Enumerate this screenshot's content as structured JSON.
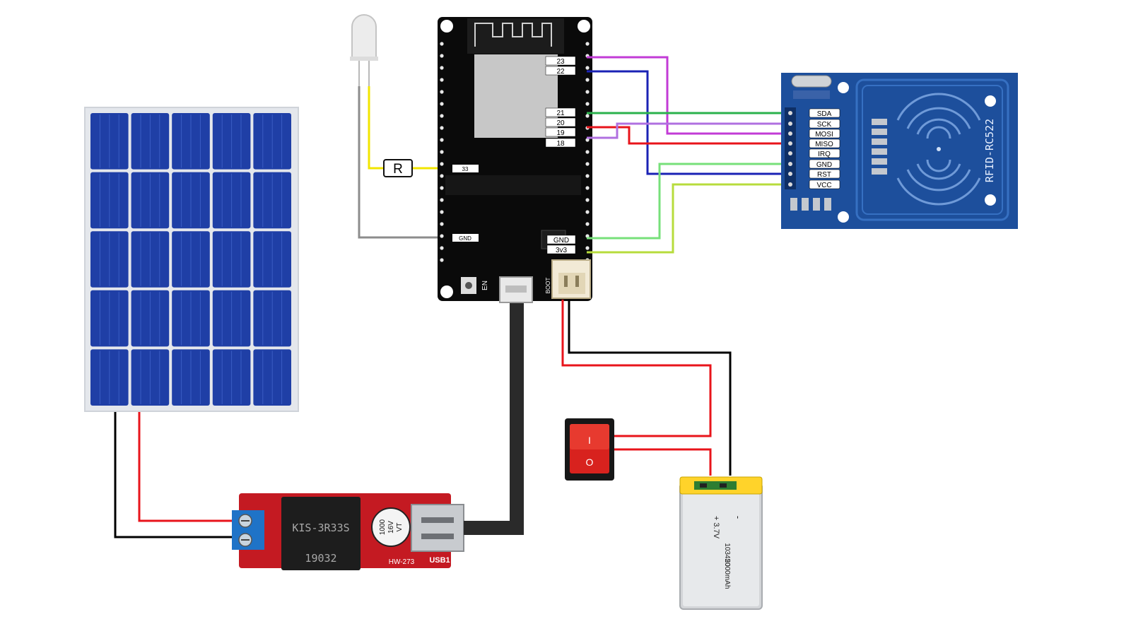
{
  "colors": {
    "wire_black": "#000000",
    "wire_red": "#e8141b",
    "wire_magenta": "#c23bd6",
    "wire_blue": "#1a22b5",
    "wire_green": "#2bb24c",
    "wire_violet": "#b070e0",
    "wire_lightgreen": "#77e07a",
    "wire_lime": "#b7dc3c",
    "wire_yellow": "#f2e600",
    "wire_gray": "#8c8c8c",
    "solar_cell": "#1f3fa6",
    "esp_board": "#0a0a0a",
    "rfid_board": "#1d4f9c",
    "buck_board": "#c41a22",
    "switch_body": "#d8221e",
    "battery_label": "#ffd32a"
  },
  "esp32": {
    "pins_right": [
      {
        "label": "23",
        "wire": "magenta"
      },
      {
        "label": "22",
        "wire": "blue"
      },
      {
        "label": "21",
        "wire": "green"
      },
      {
        "label": "20",
        "wire": "red"
      },
      {
        "label": "19",
        "wire": "violet"
      },
      {
        "label": "18",
        "wire": "violet"
      }
    ],
    "pin_33": "33",
    "pin_gnd_left": "GND",
    "pin_gnd_right": "GND",
    "pin_3v3": "3v3",
    "en_label": "EN",
    "boot_label": "BOOT"
  },
  "resistor": {
    "label": "R"
  },
  "rfid": {
    "model": "RFID-RC522",
    "pins": [
      "SDA",
      "SCK",
      "MOSI",
      "MISO",
      "IRQ",
      "GND",
      "RST",
      "VCC"
    ]
  },
  "buck": {
    "chip": "KIS-3R33S",
    "chip_code": "19032",
    "cap_lines": [
      "1000",
      "16V",
      "VT"
    ],
    "board_label": "HW-273",
    "usb_label": "USB1"
  },
  "switch": {
    "on_symbol": "I",
    "off_symbol": "O"
  },
  "battery": {
    "minus": "-",
    "plus_voltage": "+ 3.7V",
    "model": "103450",
    "capacity": "2000mAh"
  }
}
